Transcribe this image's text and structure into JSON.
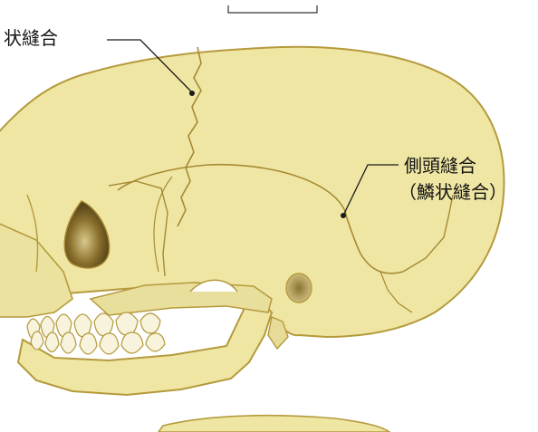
{
  "labels": {
    "coronal": "状縫合",
    "temporal": "側頭縫合",
    "temporal_sub": "（鱗状縫合）"
  },
  "colors": {
    "bone": "#efe6a4",
    "bone_shadow": "#dccd86",
    "outline": "#b49a3c",
    "suture": "#a58a33",
    "leader": "#1a1a1a",
    "orbit_dark": "#5b4a1e",
    "orbit_light": "#d8c684",
    "tooth": "#f7f3dc"
  }
}
